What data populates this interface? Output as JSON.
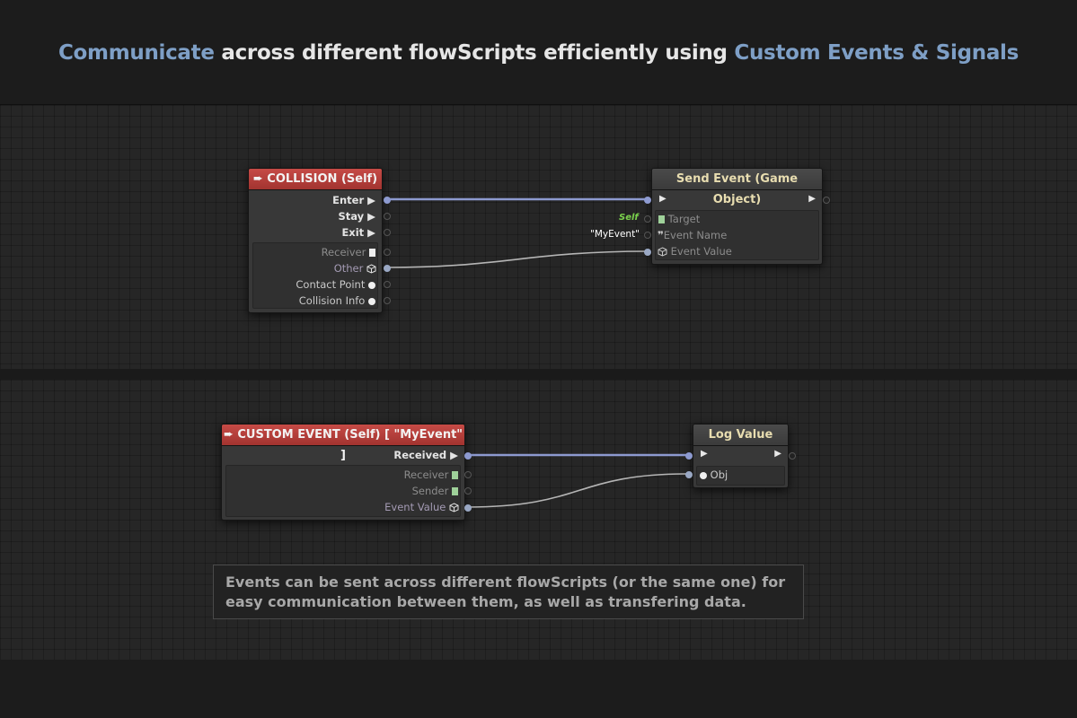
{
  "headline": {
    "part1": "Communicate",
    "part2": " across different flowScripts efficiently using ",
    "part3": "Custom Events & Signals"
  },
  "collision_node": {
    "title": "➨ COLLISION (Self)",
    "flow_outputs": [
      "Enter ▶",
      "Stay ▶",
      "Exit ▶"
    ],
    "value_outputs": {
      "receiver": "Receiver",
      "other": "Other",
      "contact_point": "Contact Point",
      "collision_info": "Collision Info"
    }
  },
  "send_event_node": {
    "title": "Send Event (Game Object)",
    "flow_in": "▶",
    "flow_out": "▶",
    "inputs": {
      "target": "Target",
      "event_name": "Event Name",
      "event_value": "Event Value"
    },
    "self_tag": "Self",
    "event_name_value": "\"MyEvent\""
  },
  "custom_event_node": {
    "title": "➨ CUSTOM EVENT (Self) [ \"MyEvent\" ]",
    "flow_output": "Received ▶",
    "value_outputs": {
      "receiver": "Receiver",
      "sender": "Sender",
      "event_value": "Event Value"
    }
  },
  "log_value_node": {
    "title": "Log Value",
    "flow_in": "▶",
    "flow_out": "▶",
    "input": "Obj"
  },
  "caption": "Events can be sent across different flowScripts (or the same one) for easy communication between them, as well as transfering data.",
  "colors": {
    "accent": "#7e9fc6",
    "event_title": "#b63f3b",
    "flow_wire": "#8d9ad0",
    "value_wire": "#b5b5b5",
    "self_tag": "#7ad04c"
  }
}
